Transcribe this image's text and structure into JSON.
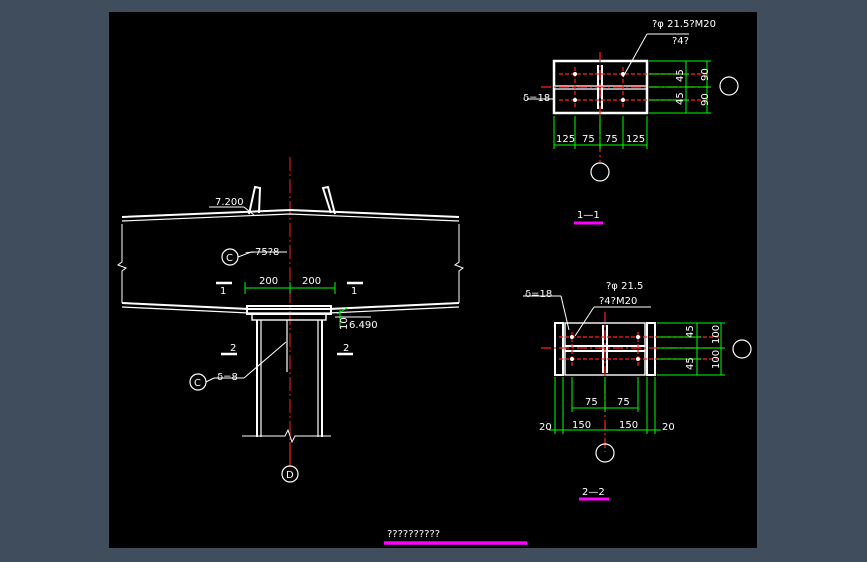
{
  "drawing": {
    "title": "??????????",
    "colors": {
      "background": "#000000",
      "frame": "#3f4d5c",
      "line": "#ffffff",
      "centerline": "#ff2020",
      "dimension": "#00ff00",
      "title_underline": "#ff00ff",
      "bolt": "#ff3333"
    }
  },
  "elevation": {
    "elev_top": "7.200",
    "elev_bottom": "6.490",
    "plate_label": "—75?8",
    "plate_callout": "C",
    "web_label": "δ=8",
    "web_callout": "C",
    "axis_label": "D",
    "dim_left": "200",
    "dim_right": "200",
    "dim_vertical": "10",
    "section1_left": "1",
    "section1_right": "1",
    "section2_left": "2",
    "section2_right": "2"
  },
  "section_1_1": {
    "title": "1—1",
    "bolt_note_1": "?φ  21.5?M20",
    "bolt_note_2": "?4?",
    "thickness": "δ=18",
    "dims_bottom": [
      "125",
      "75",
      "75",
      "125"
    ],
    "dims_right_inner": [
      "45",
      "45"
    ],
    "dims_right_outer": [
      "90",
      "90"
    ],
    "axis_right": "",
    "axis_bottom": ""
  },
  "section_2_2": {
    "title": "2—2",
    "thickness": "δ=18",
    "bolt_note_1": "?φ  21.5",
    "bolt_note_2": "?4?M20",
    "dims_top": [
      "75",
      "75"
    ],
    "dims_bottom": [
      "20",
      "150",
      "150",
      "20"
    ],
    "dims_right_inner": [
      "45",
      "45"
    ],
    "dims_right_outer": [
      "100",
      "100"
    ]
  }
}
